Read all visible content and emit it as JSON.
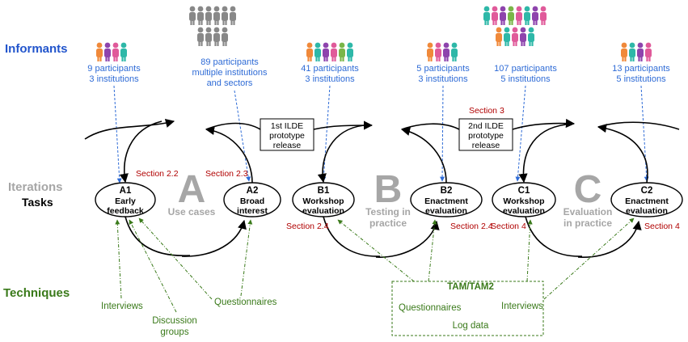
{
  "colors": {
    "informants_blue": "#2255cc",
    "participant_blue": "#2e6bd6",
    "iteration_gray": "#a6a6a6",
    "technique_green": "#3a7a1a",
    "section_red": "#b00000",
    "arrow_black": "#000000",
    "person_orange": "#f0893a",
    "person_purple": "#8e44ad",
    "person_pink": "#e05a9a",
    "person_teal": "#2eb8a8",
    "person_green": "#7ab648",
    "person_gray": "#888888"
  },
  "row_labels": {
    "informants": "Informants",
    "iterations": "Iterations",
    "tasks": "Tasks",
    "techniques": "Techniques"
  },
  "participants": {
    "a1": {
      "line1": "9 participants",
      "line2": "3 institutions"
    },
    "a2": {
      "line1": "89 participants",
      "line2": "multiple institutions",
      "line3": "and sectors"
    },
    "b1": {
      "line1": "41 participants",
      "line2": "3 institutions"
    },
    "b2": {
      "line1": "5 participants",
      "line2": "3 institutions"
    },
    "c1": {
      "line1": "107 participants",
      "line2": "5 institutions"
    },
    "c2": {
      "line1": "13 participants",
      "line2": "5 institutions"
    }
  },
  "releases": {
    "first": {
      "line1": "1st ILDE",
      "line2": "prototype",
      "line3": "release"
    },
    "second": {
      "line1": "2nd ILDE",
      "line2": "prototype",
      "line3": "release"
    }
  },
  "iterations": {
    "a": {
      "letter": "A",
      "caption": "Use cases"
    },
    "b": {
      "letter": "B",
      "caption1": "Testing in",
      "caption2": "practice"
    },
    "c": {
      "letter": "C",
      "caption1": "Evaluation",
      "caption2": "in practice"
    }
  },
  "tasks": {
    "a1": {
      "code": "A1",
      "line1": "Early",
      "line2": "feedback"
    },
    "a2": {
      "code": "A2",
      "line1": "Broad",
      "line2": "interest"
    },
    "b1": {
      "code": "B1",
      "line1": "Workshop",
      "line2": "evaluation"
    },
    "b2": {
      "code": "B2",
      "line1": "Enactment",
      "line2": "evaluation"
    },
    "c1": {
      "code": "C1",
      "line1": "Workshop",
      "line2": "evaluation"
    },
    "c2": {
      "code": "C2",
      "line1": "Enactment",
      "line2": "evaluation"
    }
  },
  "sections": {
    "s22": "Section 2.2",
    "s23": "Section 2.3",
    "s24a": "Section 2.4",
    "s24b": "Section 2.4",
    "s3": "Section 3",
    "s4a": "Section 4",
    "s4b": "Section 4"
  },
  "techniques": {
    "interviews_a": "Interviews",
    "discussion_line1": "Discussion",
    "discussion_line2": "groups",
    "questionnaires_a": "Questionnaires",
    "tam": "TAM/TAM2",
    "questionnaires_b": "Questionnaires",
    "interviews_c": "Interviews",
    "log_data": "Log data"
  }
}
